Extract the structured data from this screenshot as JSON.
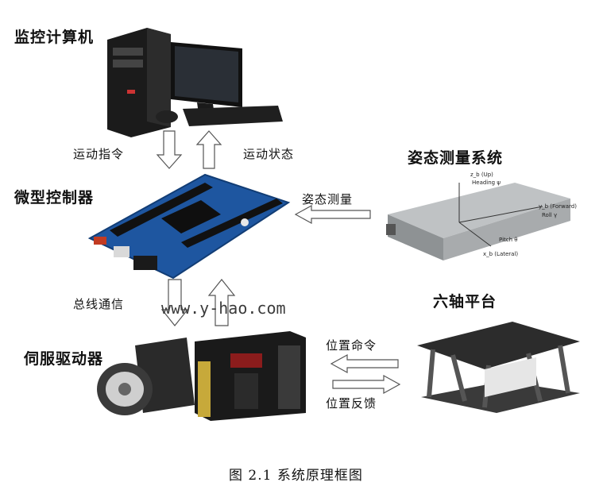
{
  "labels": {
    "monitor_pc": "监控计算机",
    "motion_cmd": "运动指令",
    "motion_state": "运动状态",
    "attitude_system": "姿态测量系统",
    "micro_controller": "微型控制器",
    "attitude_measure": "姿态测量",
    "bus_comm": "总线通信",
    "six_axis_platform": "六轴平台",
    "servo_driver": "伺服驱动器",
    "position_cmd": "位置命令",
    "position_feedback": "位置反馈"
  },
  "sensor_axes": {
    "up": "z_b (Up)",
    "heading": "Heading ψ",
    "forward": "y_b (Forward)",
    "roll": "Roll γ",
    "pitch": "Pitch θ",
    "lateral": "x_b (Lateral)"
  },
  "watermark": "www.y-hao.com",
  "caption": "图 2.1  系统原理框图"
}
